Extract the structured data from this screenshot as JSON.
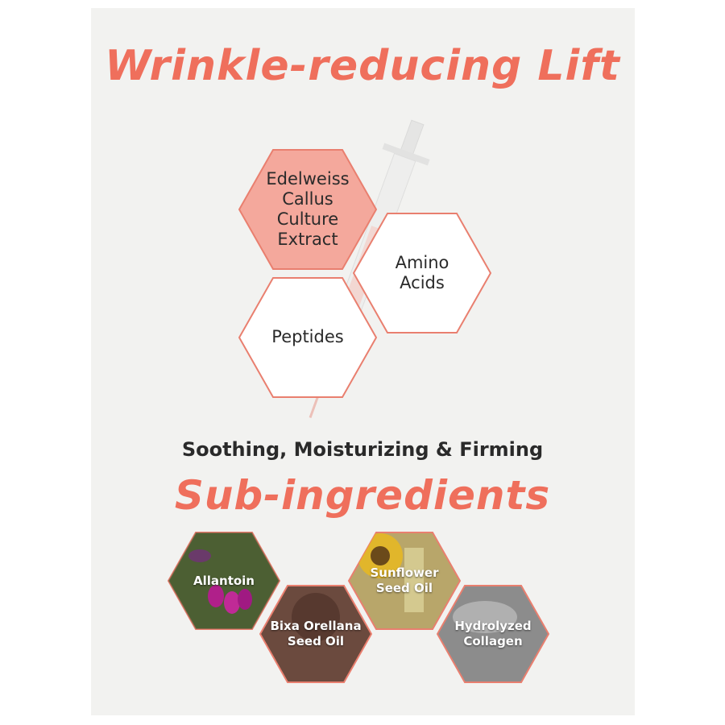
{
  "title": "Wrinkle-reducing Lift",
  "key_ingredients": [
    {
      "label": "Edelweiss Callus Culture Extract",
      "lines": [
        "Edelweiss",
        "Callus",
        "Culture",
        "Extract"
      ],
      "fill": "#f4a89c"
    },
    {
      "label": "Amino Acids",
      "lines": [
        "Amino",
        "Acids"
      ],
      "fill": "#ffffff"
    },
    {
      "label": "Peptides",
      "lines": [
        "Peptides"
      ],
      "fill": "#ffffff"
    }
  ],
  "section_heading": "Soothing, Moisturizing & Firming",
  "subtitle": "Sub-ingredients",
  "sub_ingredients": [
    {
      "label": "Allantoin",
      "lines": [
        "Allantoin"
      ],
      "image": "comfrey-flower-photo",
      "fill": "#5b6e3c"
    },
    {
      "label": "Bixa Orellana Seed Oil",
      "lines": [
        "Bixa Orellana",
        "Seed Oil"
      ],
      "image": "annatto-pod-photo",
      "fill": "#6b4a3e"
    },
    {
      "label": "Sunflower Seed Oil",
      "lines": [
        "Sunflower",
        "Seed Oil"
      ],
      "image": "sunflower-oil-photo",
      "fill": "#b8a66a"
    },
    {
      "label": "Hydrolyzed Collagen",
      "lines": [
        "Hydrolyzed",
        "Collagen"
      ],
      "image": "collagen-powder-photo",
      "fill": "#8c8c8c"
    }
  ],
  "colors": {
    "accent": "#ef6f5c",
    "hex_outline": "#e97f6f",
    "text_dark": "#2a2a2a",
    "background": "#f2f2f0"
  }
}
